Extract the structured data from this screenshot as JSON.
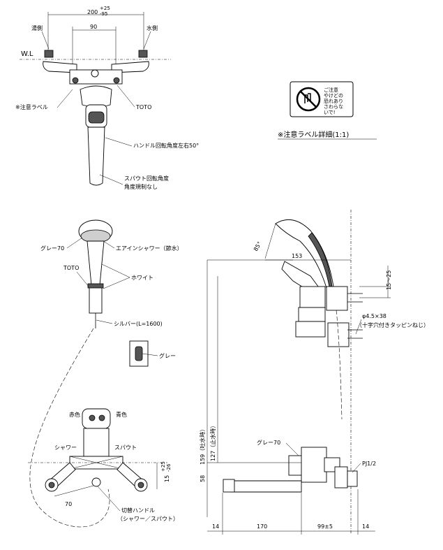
{
  "top_view": {
    "dim_width": "200",
    "dim_tol_plus": "+25",
    "dim_tol_minus": "-95",
    "dim_center": "90",
    "hot_side": "湯側",
    "cold_side": "水側",
    "water_line": "W.L",
    "caution_label": "※注意ラベル",
    "brand": "TOTO",
    "handle_rotation": "ハンドル回転角度左右50°",
    "spout_rotation_1": "スパウト回転角度",
    "spout_rotation_2": "角度規制なし"
  },
  "caution_detail": {
    "text_1": "ご注意",
    "text_2": "やけどの",
    "text_3": "恐れあり",
    "text_4": "さわらな",
    "text_5": "いで!",
    "caption": "※注意ラベル詳細(1:1)"
  },
  "shower": {
    "gray_70": "グレー70",
    "air_in_shower": "エアインシャワー（節水）",
    "brand": "TOTO",
    "white": "ホワイト",
    "silver_hose": "シルバー(L=1600)",
    "gray": "グレー"
  },
  "bottom_front": {
    "red": "赤色",
    "blue": "青色",
    "shower": "シャワー",
    "spout": "スパウト",
    "dim_70": "70",
    "dim_15": "15",
    "dim_15_tol_plus": "+25",
    "dim_15_tol_minus": "-26",
    "switch_handle_1": "切替ハンドル",
    "switch_handle_2": "（シャワー／スパウト）"
  },
  "side_view": {
    "angle_85": "85°",
    "dim_153": "153",
    "dim_15_25": "15～25",
    "screw_size": "φ4.5×38",
    "screw_desc": "（十字穴付きタッピンねじ）",
    "dim_159": "159（吐水時）",
    "dim_127": "127（止水時）",
    "gray_70": "グレー70",
    "dim_58": "58",
    "pj": "PJ1/2",
    "dim_14_left": "14",
    "dim_170": "170",
    "dim_99": "99±5",
    "dim_14_right": "14"
  }
}
